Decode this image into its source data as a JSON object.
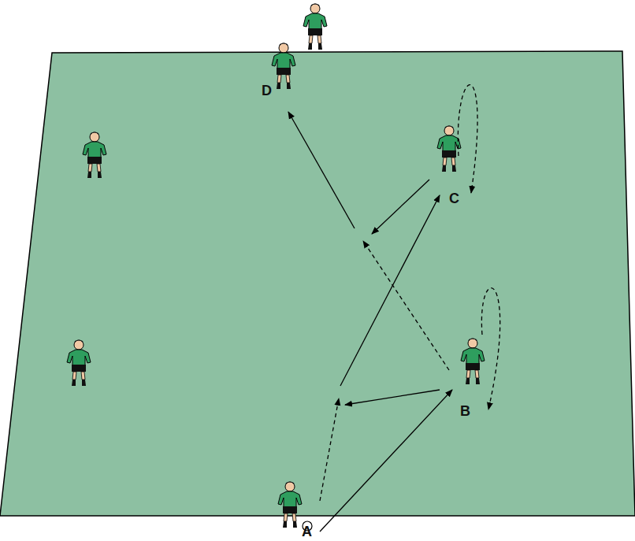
{
  "diagram": {
    "labels": [
      "D",
      "C",
      "B",
      "A"
    ]
  }
}
